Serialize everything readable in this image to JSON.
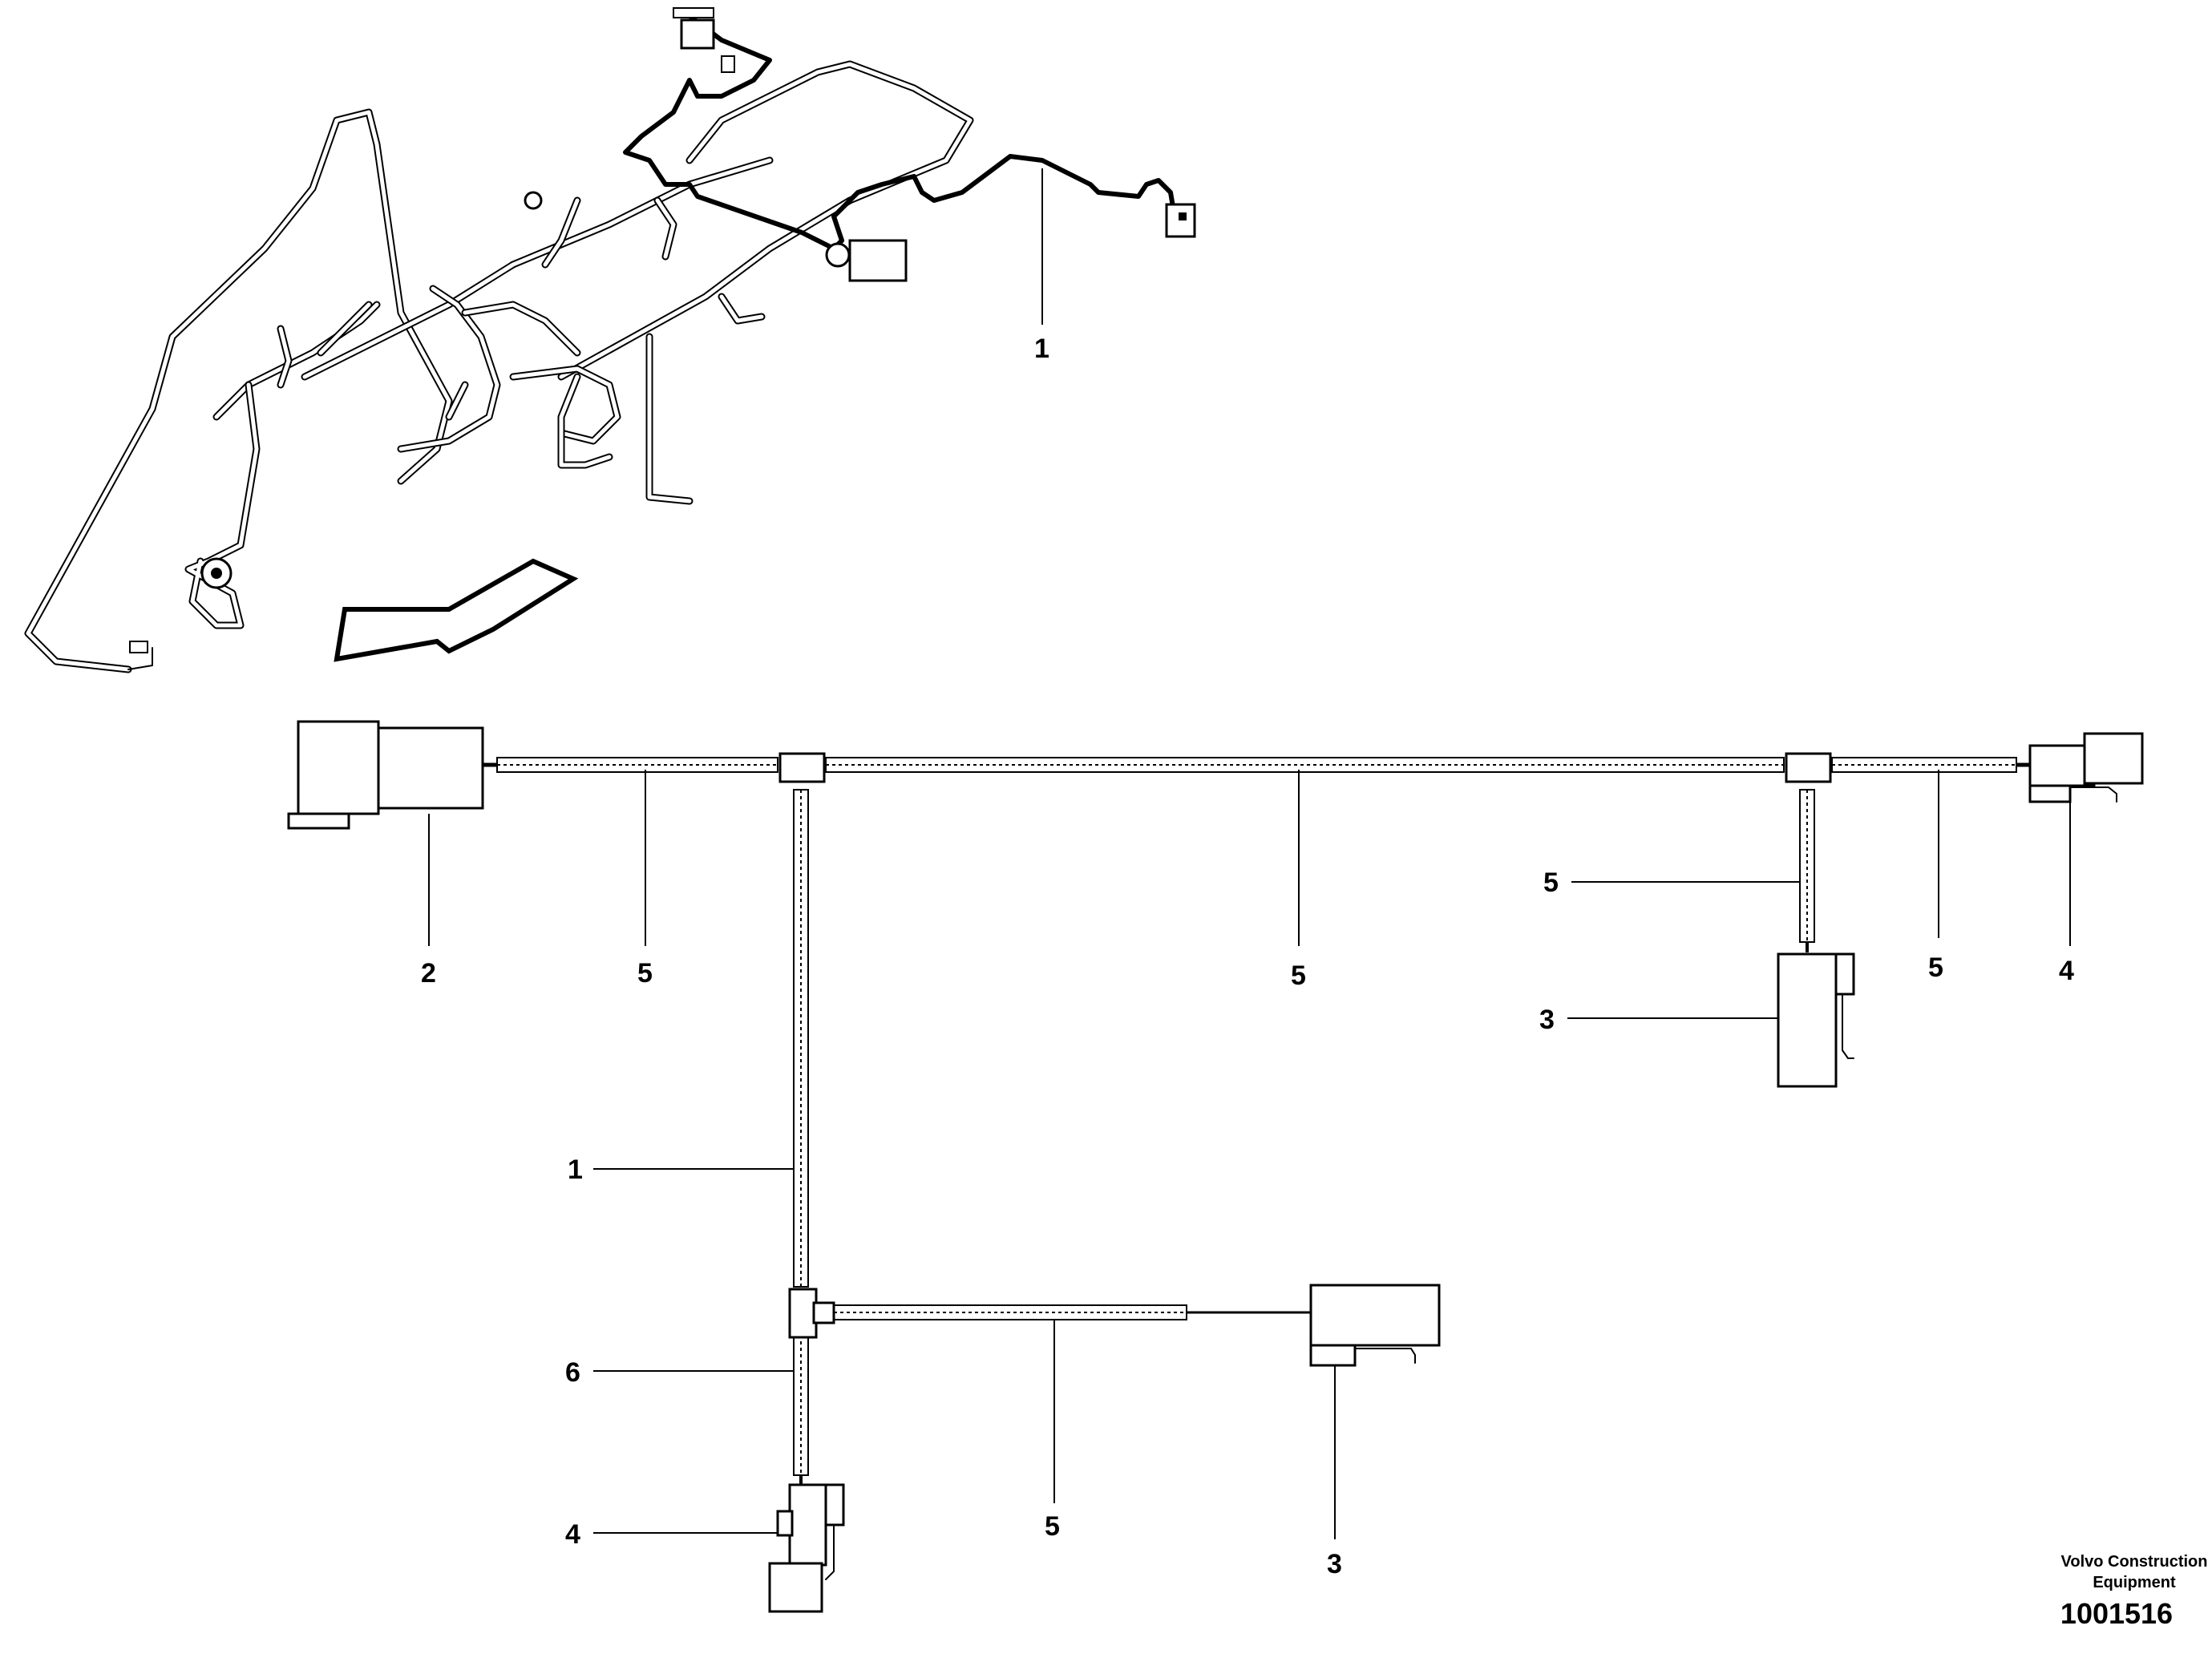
{
  "diagram": {
    "callouts": {
      "harness_main": "1",
      "harness_branch": "1",
      "connector_a": "2",
      "connector_b1": "3",
      "connector_b2": "3",
      "connector_c1": "4",
      "connector_c2": "4",
      "conduit_1": "5",
      "conduit_2": "5",
      "conduit_3": "5",
      "conduit_4": "5",
      "conduit_5": "5",
      "conduit_6": "6"
    },
    "footer": {
      "company_line1": "Volvo Construction",
      "company_line2": "Equipment",
      "drawing_number": "1001516"
    }
  }
}
